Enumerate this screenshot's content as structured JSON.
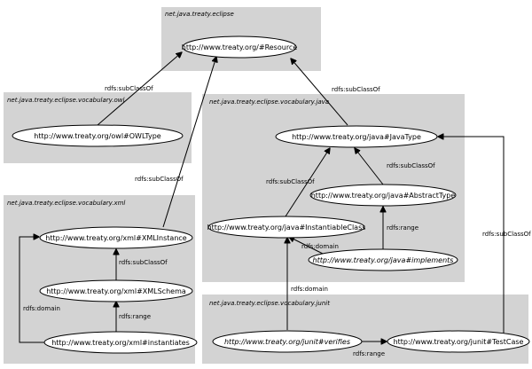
{
  "clusters": {
    "eclipse": "net.java.treaty.eclipse",
    "owl": "net.java.treaty.eclipse.vocabulary.owl",
    "java": "net.java.treaty.eclipse.vocabulary.java",
    "xml": "net.java.treaty.eclipse.vocabulary.xml",
    "junit": "net.java.treaty.eclipse.vocabulary.junit"
  },
  "nodes": {
    "resource": "http://www.treaty.org/#Resource",
    "owltype": "http://www.treaty.org/owl#OWLType",
    "javatype": "http://www.treaty.org/java#JavaType",
    "abstracttype": "http://www.treaty.org/java#AbstractType",
    "instantiableclass": "http://www.treaty.org/java#InstantiableClass",
    "implements": "http://www.treaty.org/java#implements",
    "xmlinstance": "http://www.treaty.org/xml#XMLInstance",
    "xmlschema": "http://www.treaty.org/xml#XMLSchema",
    "instantiates": "http://www.treaty.org/xml#instantiates",
    "verifies": "http://www.treaty.org/junit#verifies",
    "testcase": "http://www.treaty.org/junit#TestCase"
  },
  "edge_labels": {
    "owl_subclassof": "rdfs:subClassOf",
    "javatype_subclassof": "rdfs:subClassOf",
    "xmlinstance_subclassof": "rdfs:subClassOf",
    "instantiable_subclassof": "rdfs:subClassOf",
    "abstract_subclassof": "rdfs:subClassOf",
    "testcase_subclassof": "rdfs:subClassOf",
    "xmlschema_subclassof": "rdfs:subClassOf",
    "implements_range": "rdfs:range",
    "implements_domain": "rdfs:domain",
    "verifies_domain": "rdfs:domain",
    "verifies_range": "rdfs:range",
    "instantiates_range": "rdfs:range",
    "instantiates_domain": "rdfs:domain"
  }
}
